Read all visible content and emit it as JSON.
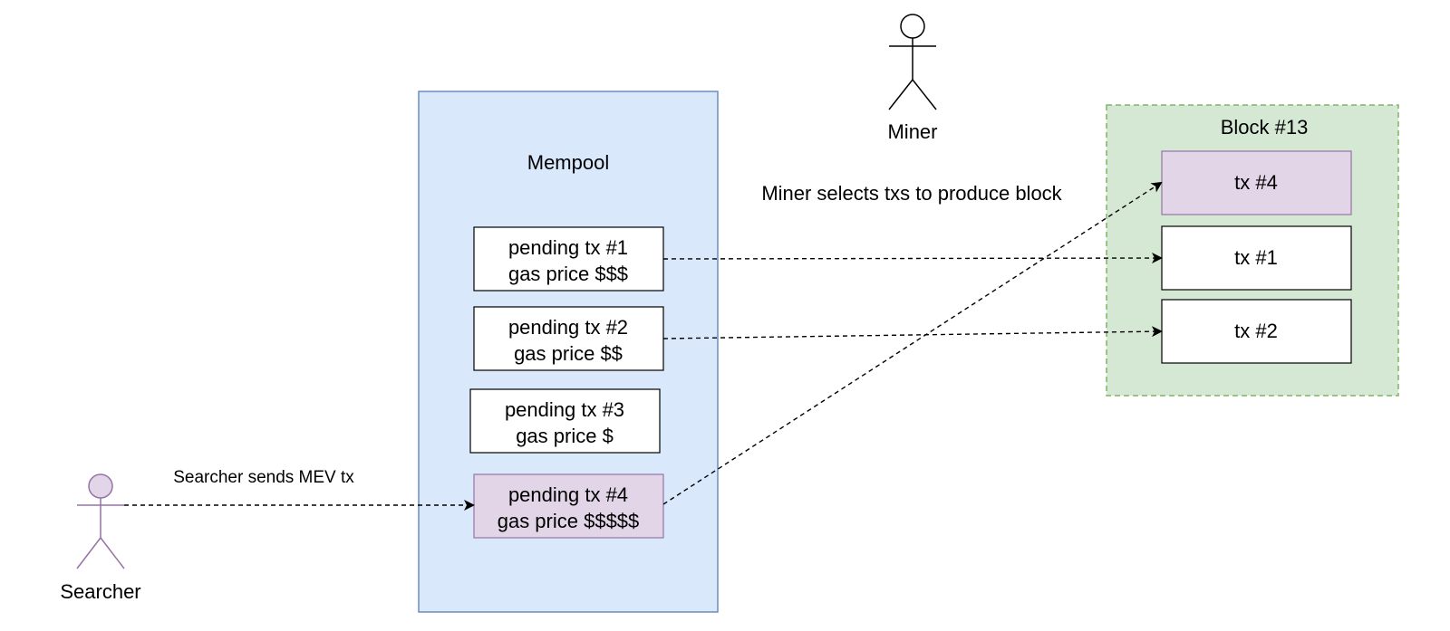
{
  "colors": {
    "mempool_fill": "#dae8fc",
    "mempool_stroke": "#6c8ebf",
    "block_fill": "#d5e8d4",
    "block_stroke": "#82b366",
    "mev_fill": "#e1d5e7",
    "mev_stroke": "#9673a6",
    "arrow": "#000000"
  },
  "actors": {
    "miner": {
      "label": "Miner",
      "icon": "person-icon"
    },
    "searcher": {
      "label": "Searcher",
      "icon": "person-icon"
    }
  },
  "mempool": {
    "title": "Mempool",
    "txs": [
      {
        "line1": "pending tx #1",
        "line2": "gas price $$$"
      },
      {
        "line1": "pending tx #2",
        "line2": "gas price $$"
      },
      {
        "line1": "pending tx #3",
        "line2": "gas price $"
      },
      {
        "line1": "pending tx #4",
        "line2": "gas price $$$$$"
      }
    ]
  },
  "block": {
    "title": "Block #13",
    "txs": [
      {
        "label": "tx #4"
      },
      {
        "label": "tx #1"
      },
      {
        "label": "tx #2"
      }
    ]
  },
  "annotations": {
    "miner_selects": "Miner selects txs to produce block",
    "searcher_sends": "Searcher sends MEV tx"
  }
}
